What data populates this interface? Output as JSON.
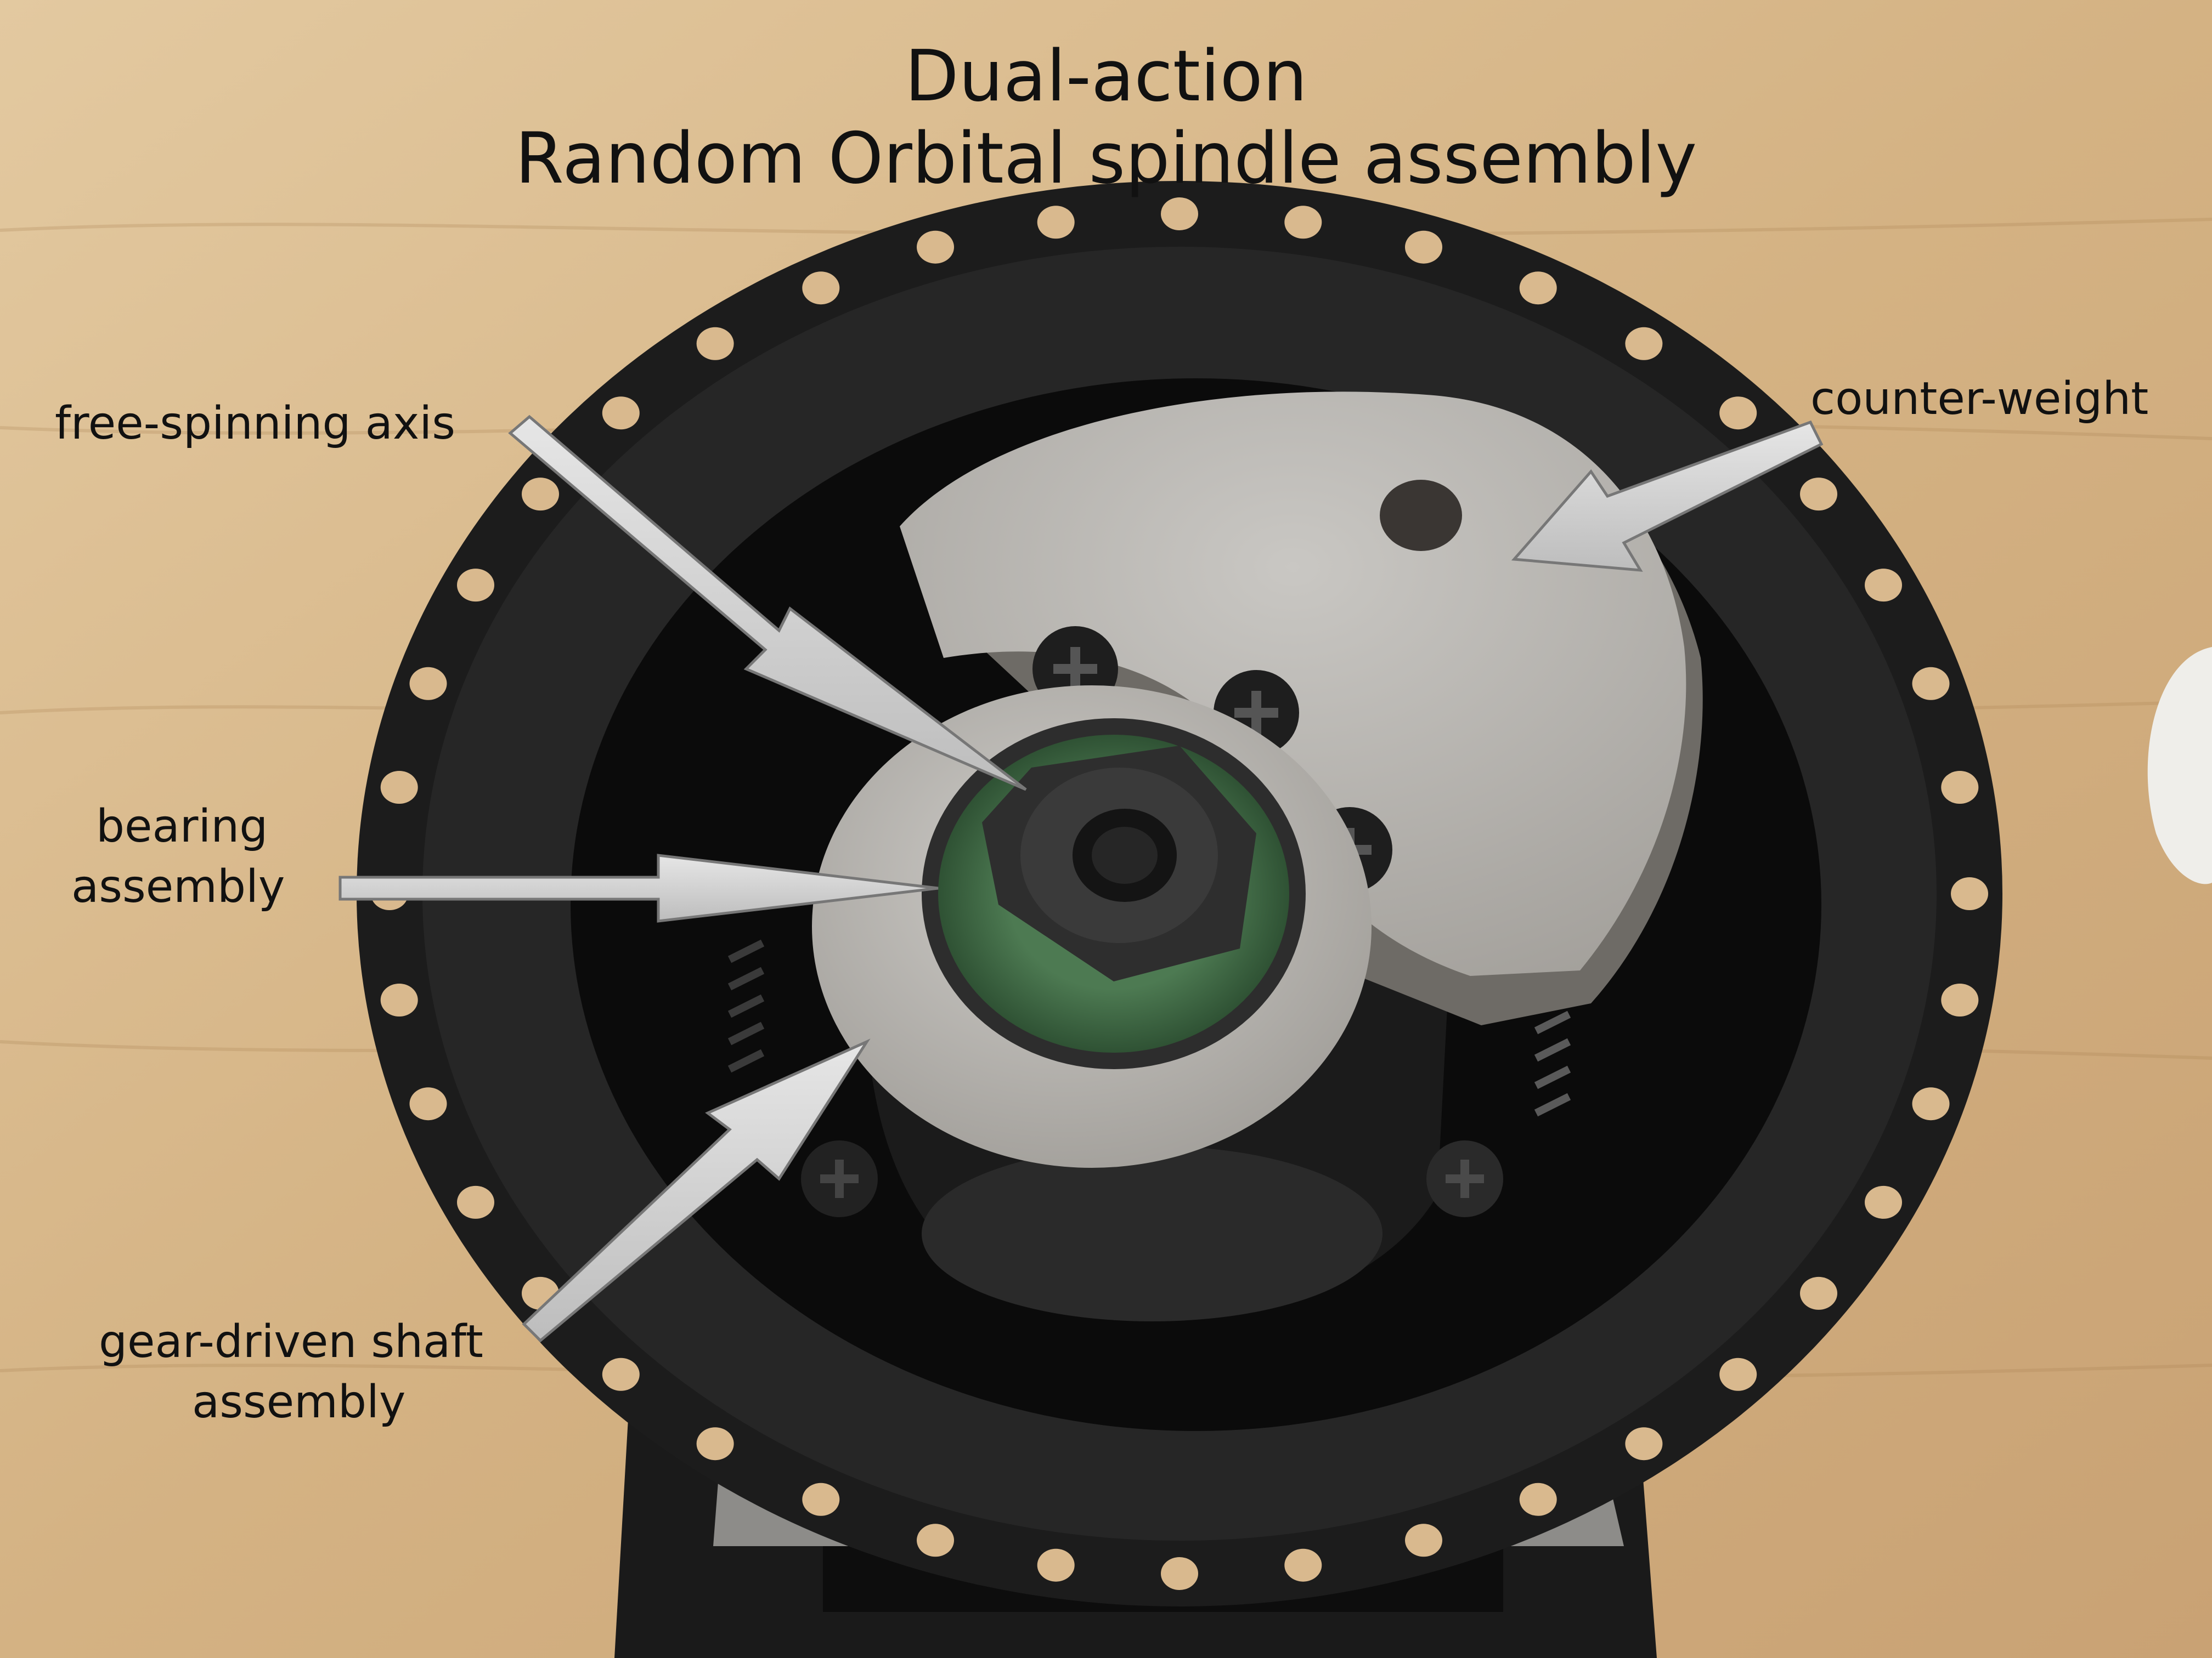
{
  "title": {
    "line1": "Dual-action",
    "line2": "Random Orbital spindle assembly"
  },
  "labels": {
    "free_spinning_axis": "free-spinning axis",
    "counter_weight": "counter-weight",
    "bearing_line1": "bearing",
    "bearing_line2": "assembly",
    "gear_line1": "gear-driven shaft",
    "gear_line2": "assembly"
  },
  "colors": {
    "wood": "#d9b98e",
    "pad": "#1c1c1c",
    "metal": "#b9b6b1",
    "bearing": "#3f6b45",
    "arrow": "#d6d6d6"
  }
}
